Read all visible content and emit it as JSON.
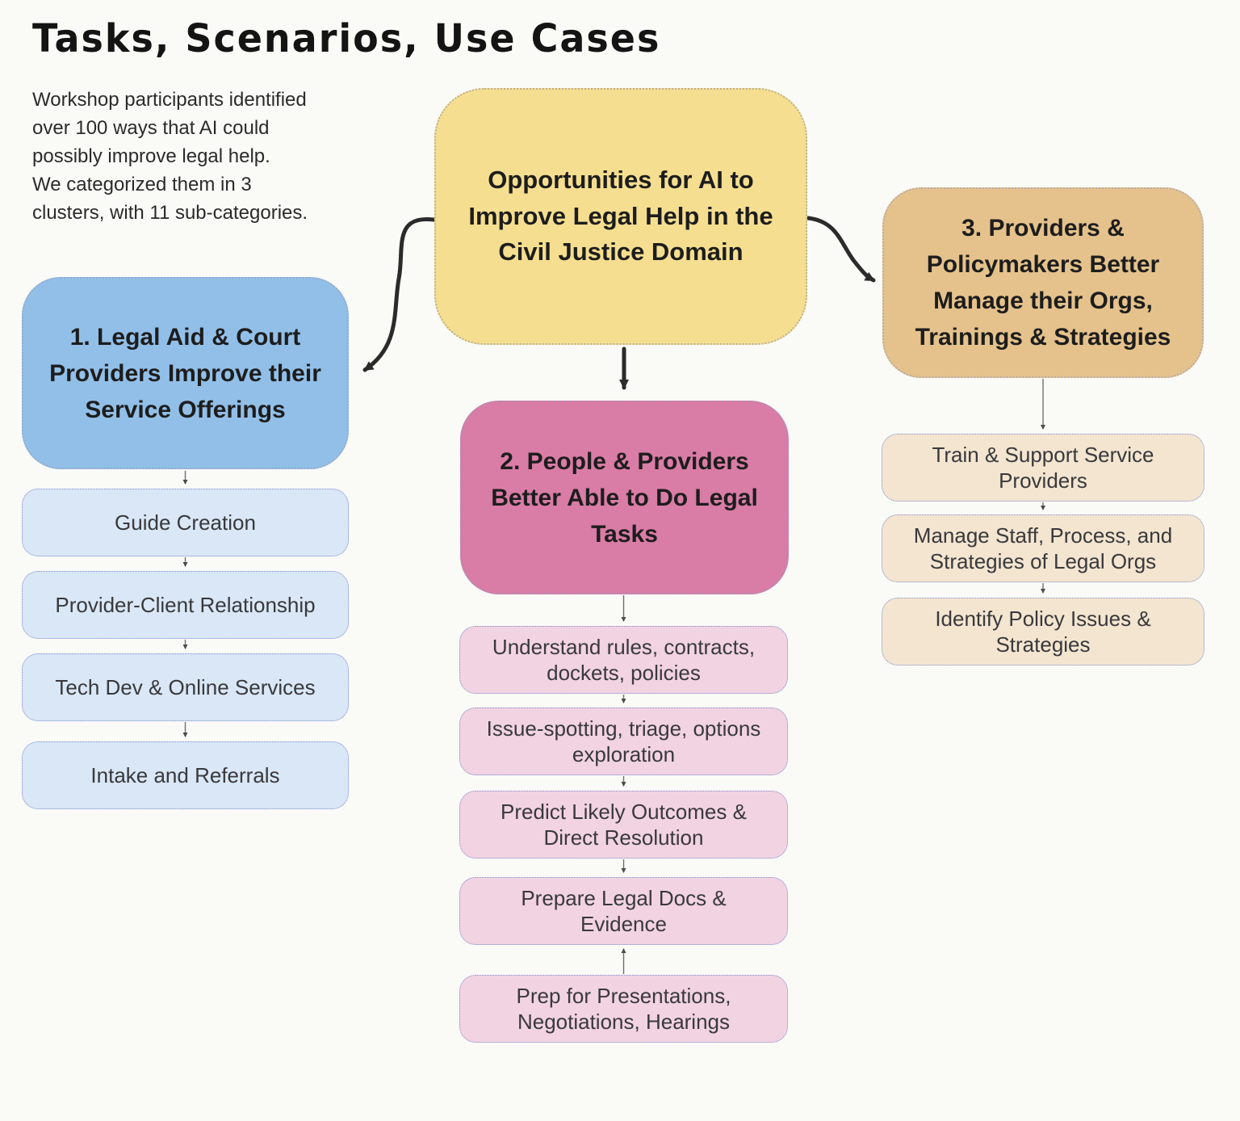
{
  "title": "Tasks, Scenarios, Use Cases",
  "intro_lines": [
    "Workshop participants identified",
    "over 100 ways that AI could",
    "possibly improve legal help.",
    "We categorized them in 3",
    "clusters, with 11 sub-categories."
  ],
  "root": {
    "label": "Opportunities for AI to Improve Legal Help in the Civil Justice Domain",
    "color": "#f5de90"
  },
  "clusters": [
    {
      "label": "1. Legal Aid & Court Providers Improve their Service Offerings",
      "color": "#92bfe8",
      "item_color": "#d9e7f6",
      "items": [
        "Guide Creation",
        "Provider-Client Relationship",
        "Tech Dev & Online Services",
        "Intake and Referrals"
      ]
    },
    {
      "label": "2. People & Providers Better Able to Do Legal Tasks",
      "color": "#d97ca6",
      "item_color": "#f2d3e1",
      "items": [
        "Understand rules, contracts, dockets, policies",
        "Issue-spotting, triage, options exploration",
        "Predict Likely Outcomes & Direct Resolution",
        "Prepare Legal Docs & Evidence",
        "Prep for Presentations, Negotiations, Hearings"
      ]
    },
    {
      "label": "3. Providers & Policymakers Better Manage their Orgs, Trainings & Strategies",
      "color": "#e5c28c",
      "item_color": "#f3e5d0",
      "items": [
        "Train & Support Service Providers",
        "Manage Staff, Process, and Strategies of Legal Orgs",
        "Identify Policy Issues & Strategies"
      ]
    }
  ],
  "connector_colors": {
    "thick_arrow": "#2b2b2b",
    "thin_arrow": "#70706e"
  },
  "background_color": "#fafaf7"
}
